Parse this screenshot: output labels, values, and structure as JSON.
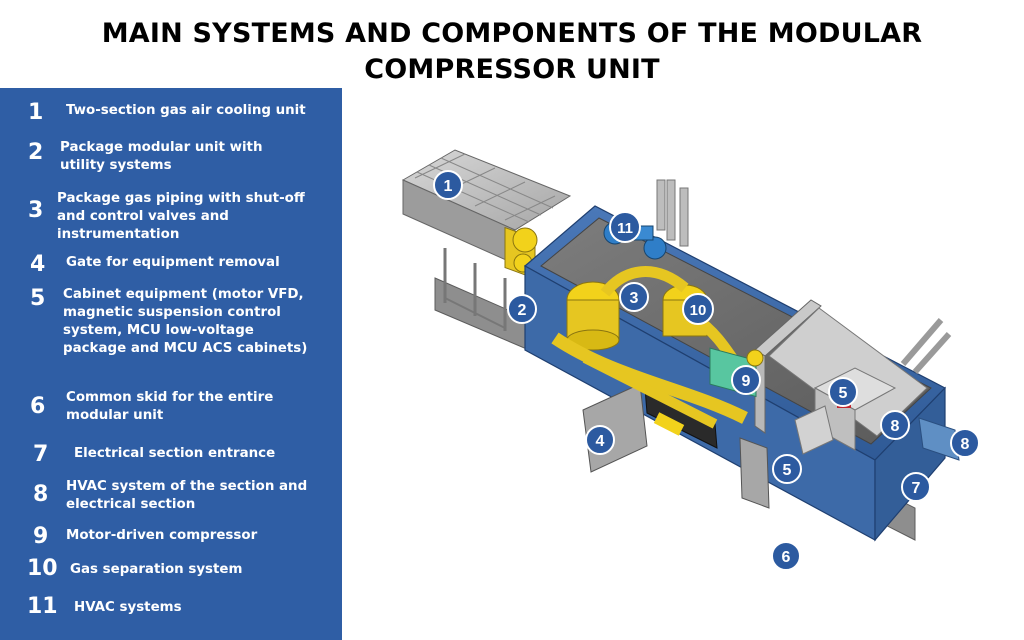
{
  "title": {
    "line1": "MAIN SYSTEMS AND COMPONENTS OF THE MODULAR",
    "line2": "COMPRESSOR UNIT"
  },
  "legend": [
    {
      "num": "1",
      "lines": [
        "Two-section gas air cooling unit"
      ]
    },
    {
      "num": "2",
      "lines": [
        "Package modular unit with",
        "utility systems"
      ]
    },
    {
      "num": "3",
      "lines": [
        "Package gas piping with shut-off",
        "and control valves and",
        "instrumentation"
      ]
    },
    {
      "num": "4",
      "lines": [
        "Gate for equipment removal"
      ]
    },
    {
      "num": "5",
      "lines": [
        "Cabinet equipment (motor VFD,",
        "magnetic suspension control",
        "system, MCU low-voltage",
        "package and MCU ACS cabinets)"
      ]
    },
    {
      "num": "6",
      "lines": [
        "Common skid for the entire",
        "modular unit"
      ]
    },
    {
      "num": "7",
      "lines": [
        "Electrical section entrance"
      ]
    },
    {
      "num": "8",
      "lines": [
        "HVAC system of the section and",
        "electrical section"
      ]
    },
    {
      "num": "9",
      "lines": [
        "Motor-driven compressor"
      ]
    },
    {
      "num": "10",
      "lines": [
        "Gas separation system"
      ]
    },
    {
      "num": "11",
      "lines": [
        "HVAC systems"
      ]
    }
  ],
  "markers": [
    "1",
    "2",
    "3",
    "4",
    "5",
    "5",
    "6",
    "7",
    "8",
    "8",
    "9",
    "10",
    "11"
  ],
  "colors": {
    "legend_bg": "#2f5ea5",
    "marker_fill": "#2c5aa0",
    "container_blue": "#3d6aa8",
    "pipe_yellow": "#f2d21b",
    "skid_gray": "#9a9a9a"
  }
}
